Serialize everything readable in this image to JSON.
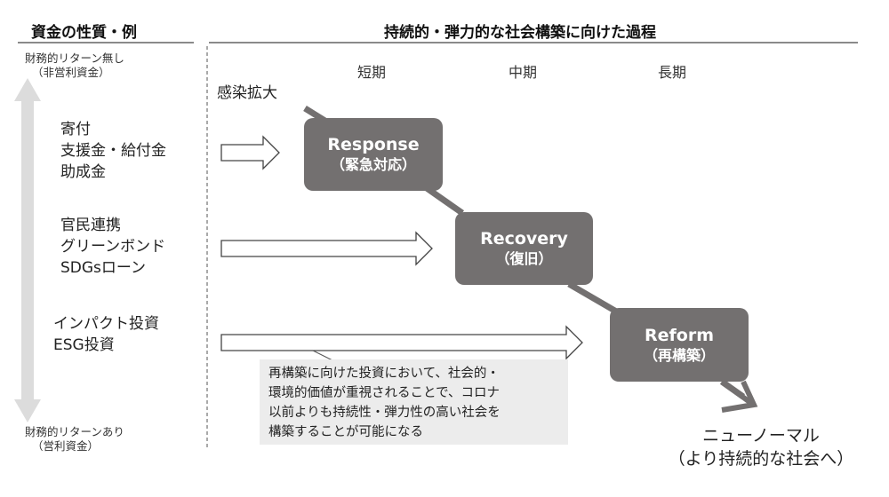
{
  "header": {
    "left_title": "資金の性質・例",
    "right_title": "持続的・弾力的な社会構築に向けた過程"
  },
  "axis": {
    "top_label_line1": "財務的リターン無し",
    "top_label_line2": "（非営利資金）",
    "bottom_label_line1": "財務的リターンあり",
    "bottom_label_line2": "（営利資金）"
  },
  "categories": [
    {
      "lines": [
        "寄付",
        "支援金・給付金",
        "助成金"
      ]
    },
    {
      "lines": [
        "官民連携",
        "グリーンボンド",
        "SDGsローン"
      ]
    },
    {
      "lines": [
        "インパクト投資",
        "ESG投資"
      ]
    }
  ],
  "phases": {
    "short": "短期",
    "mid": "中期",
    "long": "長期"
  },
  "start_label": "感染拡大",
  "stages": [
    {
      "en": "Response",
      "jp": "（緊急対応）"
    },
    {
      "en": "Recovery",
      "jp": "（復旧）"
    },
    {
      "en": "Reform",
      "jp": "（再構築）"
    }
  ],
  "note": {
    "lines": [
      "再構築に向けた投資において、社会的・",
      "環境的価値が重視されることで、コロナ",
      "以前よりも持続性・弾力性の高い社会を",
      "構築することが可能になる"
    ]
  },
  "outcome": {
    "line1": "ニューノーマル",
    "line2": "（より持続的な社会へ）"
  },
  "colors": {
    "box": "#737070",
    "connector": "#737070",
    "axis_arrow": "#dcdcdc",
    "note_bg": "#ececec"
  }
}
